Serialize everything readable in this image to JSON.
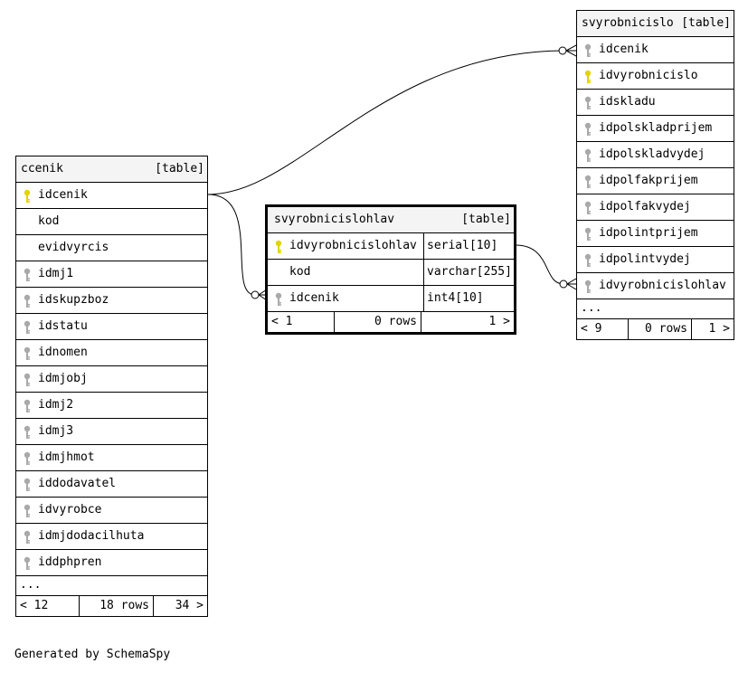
{
  "footer_text": "Generated by SchemaSpy",
  "colors": {
    "primary_key": "#e2d400",
    "foreign_key": "#a9a9a9",
    "header_bg": "#f4f4f4"
  },
  "tables": {
    "ccenik": {
      "name": "ccenik",
      "type": "[table]",
      "columns": [
        {
          "name": "idcenik",
          "key": "primary-key-icon"
        },
        {
          "name": "kod",
          "key": ""
        },
        {
          "name": "evidvyrcis",
          "key": ""
        },
        {
          "name": "idmj1",
          "key": "foreign-key-icon"
        },
        {
          "name": "idskupzboz",
          "key": "foreign-key-icon"
        },
        {
          "name": "idstatu",
          "key": "foreign-key-icon"
        },
        {
          "name": "idnomen",
          "key": "foreign-key-icon"
        },
        {
          "name": "idmjobj",
          "key": "foreign-key-icon"
        },
        {
          "name": "idmj2",
          "key": "foreign-key-icon"
        },
        {
          "name": "idmj3",
          "key": "foreign-key-icon"
        },
        {
          "name": "idmjhmot",
          "key": "foreign-key-icon"
        },
        {
          "name": "iddodavatel",
          "key": "foreign-key-icon"
        },
        {
          "name": "idvyrobce",
          "key": "foreign-key-icon"
        },
        {
          "name": "idmjdodacilhuta",
          "key": "foreign-key-icon"
        },
        {
          "name": "iddphpren",
          "key": "foreign-key-icon"
        }
      ],
      "ellipsis": "...",
      "footer": {
        "prev": "< 12",
        "rows": "18 rows",
        "next": "34 >"
      }
    },
    "svyrobnicislohlav": {
      "name": "svyrobnicislohlav",
      "type": "[table]",
      "columns": [
        {
          "name": "idvyrobnicislohlav",
          "type": "serial[10]",
          "key": "primary-key-icon"
        },
        {
          "name": "kod",
          "type": "varchar[255]",
          "key": ""
        },
        {
          "name": "idcenik",
          "type": "int4[10]",
          "key": "foreign-key-icon"
        }
      ],
      "footer": {
        "prev": "< 1",
        "rows": "0 rows",
        "next": "1 >"
      }
    },
    "svyrobnicislo": {
      "name": "svyrobnicislo",
      "type": "[table]",
      "columns": [
        {
          "name": "idcenik",
          "key": "foreign-key-icon"
        },
        {
          "name": "idvyrobnicislo",
          "key": "primary-key-icon"
        },
        {
          "name": "idskladu",
          "key": "foreign-key-icon"
        },
        {
          "name": "idpolskladprijem",
          "key": "foreign-key-icon"
        },
        {
          "name": "idpolskladvydej",
          "key": "foreign-key-icon"
        },
        {
          "name": "idpolfakprijem",
          "key": "foreign-key-icon"
        },
        {
          "name": "idpolfakvydej",
          "key": "foreign-key-icon"
        },
        {
          "name": "idpolintprijem",
          "key": "foreign-key-icon"
        },
        {
          "name": "idpolintvydej",
          "key": "foreign-key-icon"
        },
        {
          "name": "idvyrobnicislohlav",
          "key": "foreign-key-icon"
        }
      ],
      "ellipsis": "...",
      "footer": {
        "prev": "< 9",
        "rows": "0 rows",
        "next": "1 >"
      }
    }
  }
}
